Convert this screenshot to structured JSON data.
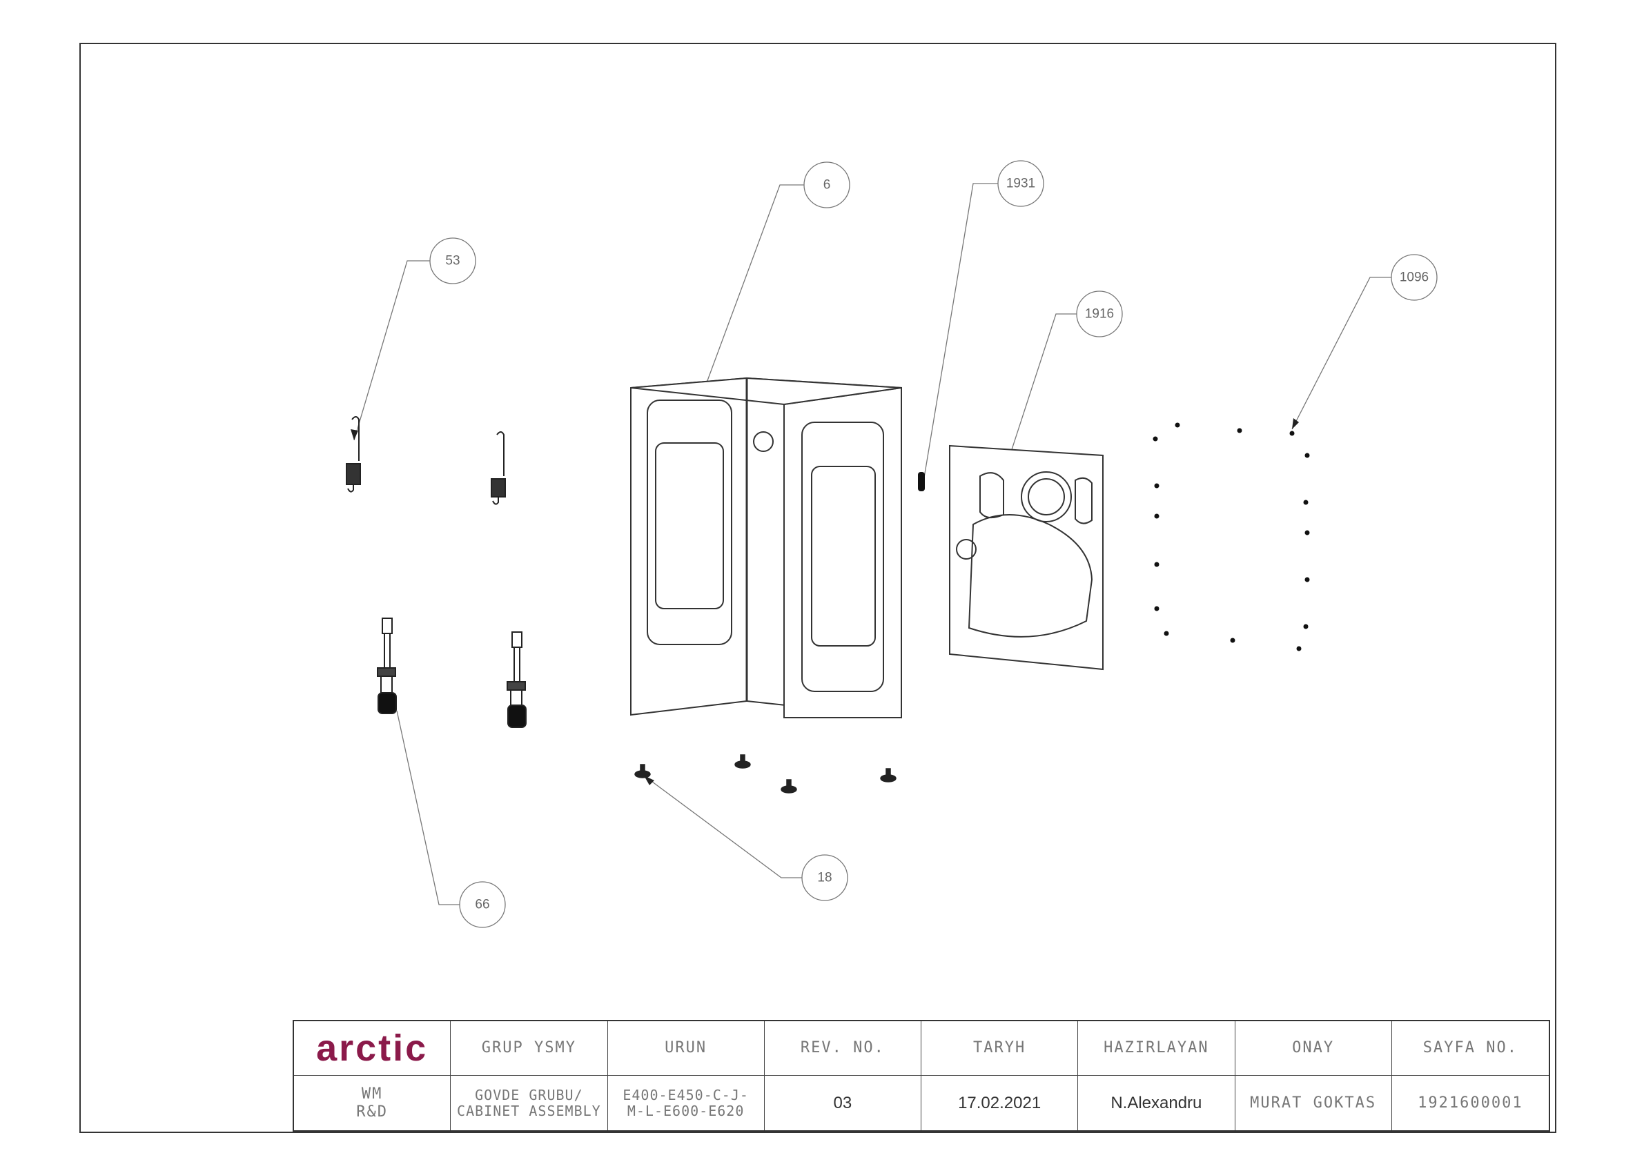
{
  "callouts": [
    {
      "id": "callout-53",
      "label": "53"
    },
    {
      "id": "callout-6",
      "label": "6"
    },
    {
      "id": "callout-1931",
      "label": "1931"
    },
    {
      "id": "callout-1916",
      "label": "1916"
    },
    {
      "id": "callout-1096",
      "label": "1096"
    },
    {
      "id": "callout-18",
      "label": "18"
    },
    {
      "id": "callout-66",
      "label": "66"
    }
  ],
  "title_block": {
    "logo_text": "arctic",
    "logo_color": "#8b1a4a",
    "headers": {
      "group_name": "GRUP YSMY",
      "product": "URUN",
      "rev_no": "REV. NO.",
      "date": "TARYH",
      "prepared_by": "HAZIRLAYAN",
      "approval": "ONAY",
      "page_no": "SAYFA NO."
    },
    "values": {
      "department": "WM\nR&D",
      "group_name": "GOVDE GRUBU/\nCABINET ASSEMBLY",
      "product": "E400-E450-C-J-\nM-L-E600-E620",
      "rev_no": "03",
      "date": "17.02.2021",
      "prepared_by": "N.Alexandru",
      "approval": "MURAT GOKTAS",
      "page_no": "1921600001"
    }
  }
}
